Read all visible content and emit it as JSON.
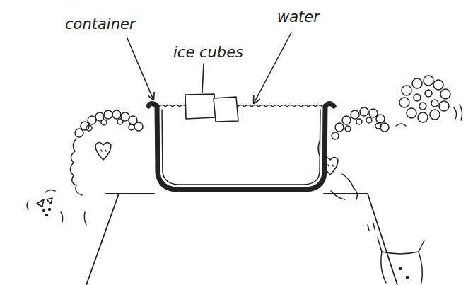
{
  "diagram": {
    "labels": [
      "container",
      "ice cubes",
      "water"
    ]
  }
}
